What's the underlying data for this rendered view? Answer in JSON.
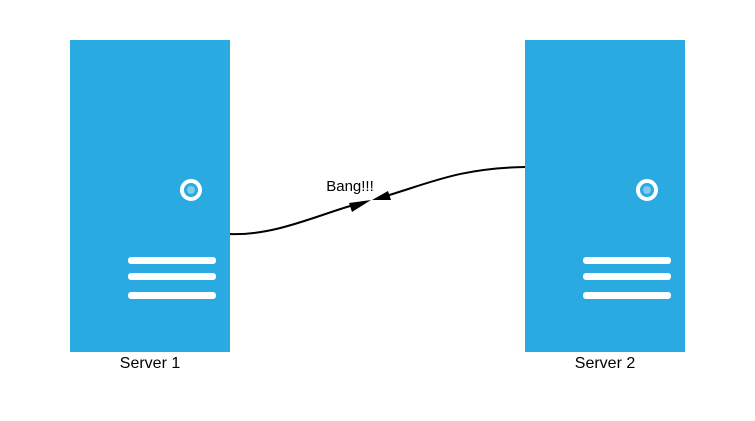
{
  "colors": {
    "server": "#29aae1",
    "power_light": "#7fcdee",
    "line": "#000000"
  },
  "servers": [
    {
      "label": "Server 1"
    },
    {
      "label": "Server 2"
    }
  ],
  "connection": {
    "label": "Bang!!!"
  }
}
